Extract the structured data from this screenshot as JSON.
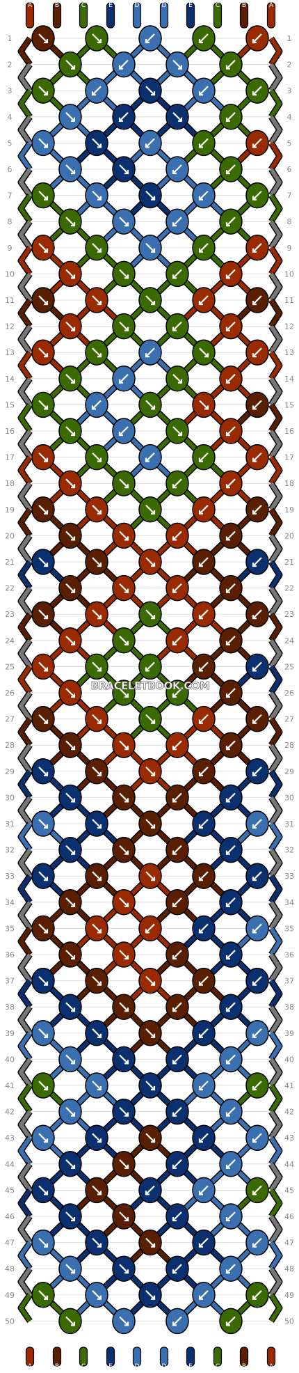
{
  "watermark": "BRACELETBOOK.COM",
  "colors": {
    "A": "#9a2a00",
    "B": "#5a1e00",
    "C": "#3a6a00",
    "D": "#3a70b0",
    "E": "#0b3070"
  },
  "strings_order": [
    "A",
    "B",
    "C",
    "E",
    "D",
    "D",
    "E",
    "C",
    "B",
    "A"
  ],
  "rows": [
    {
      "label": "1",
      "knots": [
        {
          "color": "B",
          "dir": "br"
        },
        {
          "color": "C",
          "dir": "br"
        },
        {
          "color": "D",
          "dir": "bl"
        },
        {
          "color": "C",
          "dir": "bl"
        },
        {
          "color": "A",
          "dir": "bl"
        }
      ]
    },
    {
      "label": "2",
      "knots": [
        {
          "color": "C",
          "dir": "br"
        },
        {
          "color": "D",
          "dir": "bl"
        },
        {
          "color": "D",
          "dir": "br"
        },
        {
          "color": "C",
          "dir": "bl"
        }
      ]
    },
    {
      "label": "3",
      "knots": [
        {
          "color": "C",
          "dir": "br"
        },
        {
          "color": "D",
          "dir": "bl"
        },
        {
          "color": "E",
          "dir": "br"
        },
        {
          "color": "D",
          "dir": "bl"
        },
        {
          "color": "C",
          "dir": "bl"
        }
      ]
    },
    {
      "label": "4",
      "knots": [
        {
          "color": "D",
          "dir": "br"
        },
        {
          "color": "E",
          "dir": "bl"
        },
        {
          "color": "E",
          "dir": "br"
        },
        {
          "color": "C",
          "dir": "bl"
        }
      ]
    },
    {
      "label": "5",
      "knots": [
        {
          "color": "D",
          "dir": "br"
        },
        {
          "color": "E",
          "dir": "br"
        },
        {
          "color": "D",
          "dir": "bl"
        },
        {
          "color": "C",
          "dir": "bl"
        },
        {
          "color": "A",
          "dir": "bl"
        }
      ]
    },
    {
      "label": "6",
      "knots": [
        {
          "color": "D",
          "dir": "br"
        },
        {
          "color": "E",
          "dir": "br"
        },
        {
          "color": "D",
          "dir": "bl"
        },
        {
          "color": "C",
          "dir": "bl"
        }
      ]
    },
    {
      "label": "7",
      "knots": [
        {
          "color": "C",
          "dir": "br"
        },
        {
          "color": "D",
          "dir": "br"
        },
        {
          "color": "E",
          "dir": "br"
        },
        {
          "color": "D",
          "dir": "bl"
        },
        {
          "color": "C",
          "dir": "bl"
        }
      ]
    },
    {
      "label": "8",
      "knots": [
        {
          "color": "C",
          "dir": "br"
        },
        {
          "color": "D",
          "dir": "br"
        },
        {
          "color": "D",
          "dir": "bl"
        },
        {
          "color": "C",
          "dir": "bl"
        }
      ]
    },
    {
      "label": "9",
      "knots": [
        {
          "color": "A",
          "dir": "br"
        },
        {
          "color": "C",
          "dir": "br"
        },
        {
          "color": "D",
          "dir": "br"
        },
        {
          "color": "C",
          "dir": "bl"
        },
        {
          "color": "A",
          "dir": "bl"
        }
      ]
    },
    {
      "label": "10",
      "knots": [
        {
          "color": "A",
          "dir": "br"
        },
        {
          "color": "C",
          "dir": "br"
        },
        {
          "color": "C",
          "dir": "bl"
        },
        {
          "color": "A",
          "dir": "bl"
        }
      ]
    },
    {
      "label": "11",
      "knots": [
        {
          "color": "B",
          "dir": "br"
        },
        {
          "color": "A",
          "dir": "br"
        },
        {
          "color": "C",
          "dir": "br"
        },
        {
          "color": "A",
          "dir": "bl"
        },
        {
          "color": "B",
          "dir": "bl"
        }
      ]
    },
    {
      "label": "12",
      "knots": [
        {
          "color": "A",
          "dir": "br"
        },
        {
          "color": "C",
          "dir": "br"
        },
        {
          "color": "C",
          "dir": "bl"
        },
        {
          "color": "A",
          "dir": "bl"
        }
      ]
    },
    {
      "label": "13",
      "knots": [
        {
          "color": "A",
          "dir": "br"
        },
        {
          "color": "C",
          "dir": "br"
        },
        {
          "color": "D",
          "dir": "bl"
        },
        {
          "color": "C",
          "dir": "br"
        },
        {
          "color": "A",
          "dir": "bl"
        }
      ]
    },
    {
      "label": "14",
      "knots": [
        {
          "color": "C",
          "dir": "br"
        },
        {
          "color": "D",
          "dir": "bl"
        },
        {
          "color": "C",
          "dir": "br"
        },
        {
          "color": "A",
          "dir": "bl"
        }
      ]
    },
    {
      "label": "15",
      "knots": [
        {
          "color": "C",
          "dir": "br"
        },
        {
          "color": "D",
          "dir": "bl"
        },
        {
          "color": "C",
          "dir": "br"
        },
        {
          "color": "A",
          "dir": "br"
        },
        {
          "color": "B",
          "dir": "bl"
        }
      ]
    },
    {
      "label": "16",
      "knots": [
        {
          "color": "C",
          "dir": "br"
        },
        {
          "color": "D",
          "dir": "bl"
        },
        {
          "color": "C",
          "dir": "br"
        },
        {
          "color": "A",
          "dir": "bl"
        }
      ]
    },
    {
      "label": "17",
      "knots": [
        {
          "color": "A",
          "dir": "br"
        },
        {
          "color": "C",
          "dir": "br"
        },
        {
          "color": "D",
          "dir": "bl"
        },
        {
          "color": "C",
          "dir": "bl"
        },
        {
          "color": "A",
          "dir": "bl"
        }
      ]
    },
    {
      "label": "18",
      "knots": [
        {
          "color": "A",
          "dir": "br"
        },
        {
          "color": "C",
          "dir": "br"
        },
        {
          "color": "C",
          "dir": "bl"
        },
        {
          "color": "A",
          "dir": "bl"
        }
      ]
    },
    {
      "label": "19",
      "knots": [
        {
          "color": "B",
          "dir": "br"
        },
        {
          "color": "A",
          "dir": "br"
        },
        {
          "color": "C",
          "dir": "br"
        },
        {
          "color": "A",
          "dir": "bl"
        },
        {
          "color": "B",
          "dir": "bl"
        }
      ]
    },
    {
      "label": "20",
      "knots": [
        {
          "color": "B",
          "dir": "br"
        },
        {
          "color": "A",
          "dir": "br"
        },
        {
          "color": "A",
          "dir": "bl"
        },
        {
          "color": "B",
          "dir": "bl"
        }
      ]
    },
    {
      "label": "21",
      "knots": [
        {
          "color": "E",
          "dir": "br"
        },
        {
          "color": "B",
          "dir": "br"
        },
        {
          "color": "A",
          "dir": "br"
        },
        {
          "color": "B",
          "dir": "bl"
        },
        {
          "color": "E",
          "dir": "bl"
        }
      ]
    },
    {
      "label": "22",
      "knots": [
        {
          "color": "B",
          "dir": "br"
        },
        {
          "color": "A",
          "dir": "br"
        },
        {
          "color": "A",
          "dir": "bl"
        },
        {
          "color": "B",
          "dir": "bl"
        }
      ]
    },
    {
      "label": "23",
      "knots": [
        {
          "color": "B",
          "dir": "br"
        },
        {
          "color": "A",
          "dir": "br"
        },
        {
          "color": "C",
          "dir": "br"
        },
        {
          "color": "A",
          "dir": "bl"
        },
        {
          "color": "B",
          "dir": "bl"
        }
      ]
    },
    {
      "label": "24",
      "knots": [
        {
          "color": "A",
          "dir": "br"
        },
        {
          "color": "C",
          "dir": "br"
        },
        {
          "color": "A",
          "dir": "bl"
        },
        {
          "color": "B",
          "dir": "bl"
        }
      ]
    },
    {
      "label": "25",
      "knots": [
        {
          "color": "A",
          "dir": "br"
        },
        {
          "color": "C",
          "dir": "br"
        },
        {
          "color": "C",
          "dir": "bl"
        },
        {
          "color": "B",
          "dir": "bl"
        },
        {
          "color": "E",
          "dir": "bl"
        }
      ]
    },
    {
      "label": "26",
      "knots": [
        {
          "color": "A",
          "dir": "br"
        },
        {
          "color": "C",
          "dir": "br"
        },
        {
          "color": "C",
          "dir": "bl"
        },
        {
          "color": "B",
          "dir": "bl"
        }
      ]
    },
    {
      "label": "27",
      "knots": [
        {
          "color": "B",
          "dir": "br"
        },
        {
          "color": "A",
          "dir": "br"
        },
        {
          "color": "C",
          "dir": "br"
        },
        {
          "color": "A",
          "dir": "bl"
        },
        {
          "color": "B",
          "dir": "bl"
        }
      ]
    },
    {
      "label": "28",
      "knots": [
        {
          "color": "B",
          "dir": "br"
        },
        {
          "color": "A",
          "dir": "br"
        },
        {
          "color": "A",
          "dir": "bl"
        },
        {
          "color": "B",
          "dir": "bl"
        }
      ]
    },
    {
      "label": "29",
      "knots": [
        {
          "color": "E",
          "dir": "br"
        },
        {
          "color": "B",
          "dir": "br"
        },
        {
          "color": "A",
          "dir": "br"
        },
        {
          "color": "B",
          "dir": "bl"
        },
        {
          "color": "E",
          "dir": "bl"
        }
      ]
    },
    {
      "label": "30",
      "knots": [
        {
          "color": "E",
          "dir": "br"
        },
        {
          "color": "B",
          "dir": "br"
        },
        {
          "color": "B",
          "dir": "bl"
        },
        {
          "color": "E",
          "dir": "bl"
        }
      ]
    },
    {
      "label": "31",
      "knots": [
        {
          "color": "D",
          "dir": "br"
        },
        {
          "color": "E",
          "dir": "br"
        },
        {
          "color": "B",
          "dir": "br"
        },
        {
          "color": "E",
          "dir": "bl"
        },
        {
          "color": "D",
          "dir": "bl"
        }
      ]
    },
    {
      "label": "32",
      "knots": [
        {
          "color": "E",
          "dir": "br"
        },
        {
          "color": "B",
          "dir": "br"
        },
        {
          "color": "B",
          "dir": "bl"
        },
        {
          "color": "E",
          "dir": "bl"
        }
      ]
    },
    {
      "label": "33",
      "knots": [
        {
          "color": "E",
          "dir": "br"
        },
        {
          "color": "B",
          "dir": "br"
        },
        {
          "color": "A",
          "dir": "br"
        },
        {
          "color": "B",
          "dir": "bl"
        },
        {
          "color": "E",
          "dir": "bl"
        }
      ]
    },
    {
      "label": "34",
      "knots": [
        {
          "color": "B",
          "dir": "br"
        },
        {
          "color": "A",
          "dir": "br"
        },
        {
          "color": "B",
          "dir": "bl"
        },
        {
          "color": "E",
          "dir": "bl"
        }
      ]
    },
    {
      "label": "35",
      "knots": [
        {
          "color": "B",
          "dir": "br"
        },
        {
          "color": "A",
          "dir": "br"
        },
        {
          "color": "A",
          "dir": "bl"
        },
        {
          "color": "E",
          "dir": "bl"
        },
        {
          "color": "D",
          "dir": "bl"
        }
      ]
    },
    {
      "label": "36",
      "knots": [
        {
          "color": "B",
          "dir": "br"
        },
        {
          "color": "A",
          "dir": "br"
        },
        {
          "color": "B",
          "dir": "bl"
        },
        {
          "color": "E",
          "dir": "bl"
        }
      ]
    },
    {
      "label": "37",
      "knots": [
        {
          "color": "E",
          "dir": "br"
        },
        {
          "color": "B",
          "dir": "br"
        },
        {
          "color": "A",
          "dir": "br"
        },
        {
          "color": "B",
          "dir": "bl"
        },
        {
          "color": "E",
          "dir": "bl"
        }
      ]
    },
    {
      "label": "38",
      "knots": [
        {
          "color": "E",
          "dir": "br"
        },
        {
          "color": "B",
          "dir": "br"
        },
        {
          "color": "B",
          "dir": "bl"
        },
        {
          "color": "E",
          "dir": "bl"
        }
      ]
    },
    {
      "label": "39",
      "knots": [
        {
          "color": "D",
          "dir": "br"
        },
        {
          "color": "E",
          "dir": "br"
        },
        {
          "color": "B",
          "dir": "br"
        },
        {
          "color": "E",
          "dir": "bl"
        },
        {
          "color": "D",
          "dir": "bl"
        }
      ]
    },
    {
      "label": "40",
      "knots": [
        {
          "color": "D",
          "dir": "br"
        },
        {
          "color": "E",
          "dir": "br"
        },
        {
          "color": "E",
          "dir": "bl"
        },
        {
          "color": "D",
          "dir": "bl"
        }
      ]
    },
    {
      "label": "41",
      "knots": [
        {
          "color": "C",
          "dir": "br"
        },
        {
          "color": "D",
          "dir": "br"
        },
        {
          "color": "E",
          "dir": "br"
        },
        {
          "color": "D",
          "dir": "bl"
        },
        {
          "color": "C",
          "dir": "bl"
        }
      ]
    },
    {
      "label": "42",
      "knots": [
        {
          "color": "D",
          "dir": "br"
        },
        {
          "color": "E",
          "dir": "br"
        },
        {
          "color": "E",
          "dir": "bl"
        },
        {
          "color": "D",
          "dir": "bl"
        }
      ]
    },
    {
      "label": "43",
      "knots": [
        {
          "color": "D",
          "dir": "br"
        },
        {
          "color": "E",
          "dir": "br"
        },
        {
          "color": "B",
          "dir": "br"
        },
        {
          "color": "E",
          "dir": "bl"
        },
        {
          "color": "D",
          "dir": "bl"
        }
      ]
    },
    {
      "label": "44",
      "knots": [
        {
          "color": "E",
          "dir": "br"
        },
        {
          "color": "B",
          "dir": "br"
        },
        {
          "color": "E",
          "dir": "bl"
        },
        {
          "color": "D",
          "dir": "bl"
        }
      ]
    },
    {
      "label": "45",
      "knots": [
        {
          "color": "E",
          "dir": "br"
        },
        {
          "color": "B",
          "dir": "br"
        },
        {
          "color": "E",
          "dir": "bl"
        },
        {
          "color": "D",
          "dir": "bl"
        },
        {
          "color": "C",
          "dir": "bl"
        }
      ]
    },
    {
      "label": "46",
      "knots": [
        {
          "color": "E",
          "dir": "br"
        },
        {
          "color": "B",
          "dir": "br"
        },
        {
          "color": "E",
          "dir": "bl"
        },
        {
          "color": "D",
          "dir": "bl"
        }
      ]
    },
    {
      "label": "47",
      "knots": [
        {
          "color": "D",
          "dir": "br"
        },
        {
          "color": "E",
          "dir": "br"
        },
        {
          "color": "B",
          "dir": "br"
        },
        {
          "color": "E",
          "dir": "bl"
        },
        {
          "color": "D",
          "dir": "bl"
        }
      ]
    },
    {
      "label": "48",
      "knots": [
        {
          "color": "D",
          "dir": "br"
        },
        {
          "color": "E",
          "dir": "br"
        },
        {
          "color": "E",
          "dir": "bl"
        },
        {
          "color": "D",
          "dir": "bl"
        }
      ]
    },
    {
      "label": "49",
      "knots": [
        {
          "color": "C",
          "dir": "br"
        },
        {
          "color": "D",
          "dir": "br"
        },
        {
          "color": "E",
          "dir": "br"
        },
        {
          "color": "D",
          "dir": "bl"
        },
        {
          "color": "C",
          "dir": "bl"
        }
      ]
    },
    {
      "label": "50",
      "knots": [
        {
          "color": "C",
          "dir": "br"
        },
        {
          "color": "D",
          "dir": "br"
        },
        {
          "color": "D",
          "dir": "bl"
        },
        {
          "color": "C",
          "dir": "bl"
        }
      ]
    }
  ]
}
